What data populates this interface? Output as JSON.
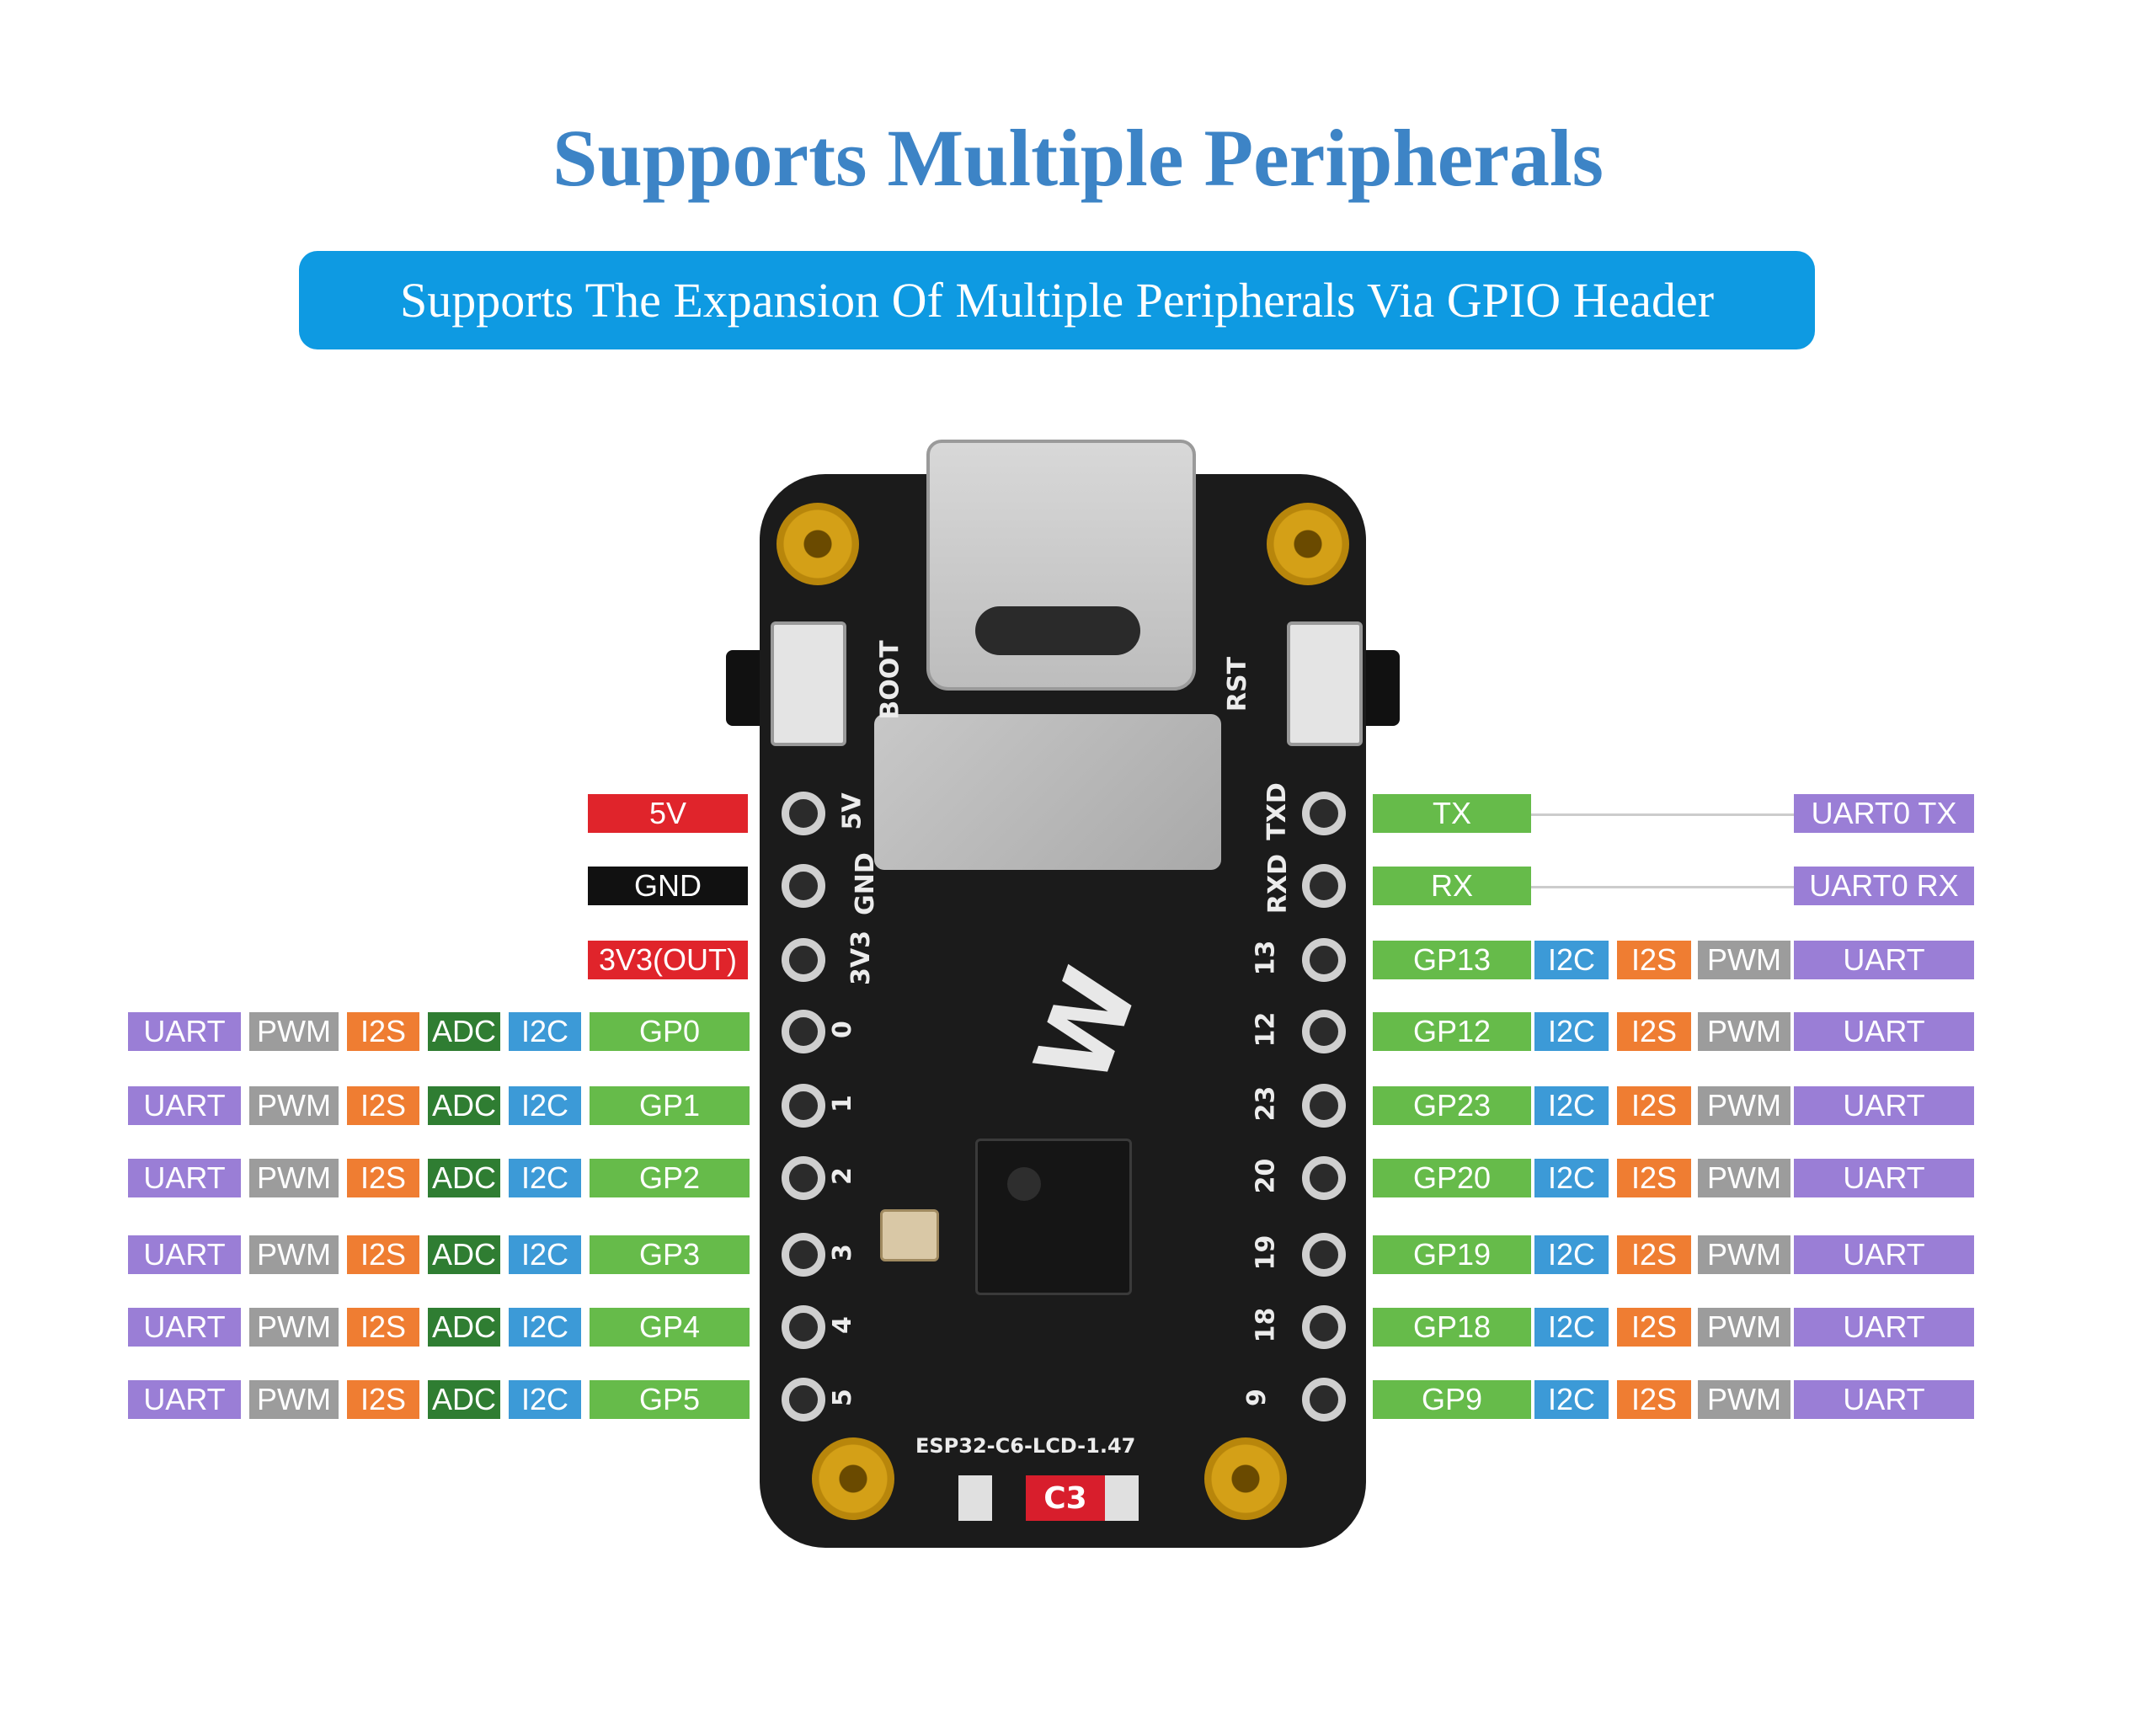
{
  "title": "Supports Multiple Peripherals",
  "subtitle": "Supports The Expansion Of Multiple Peripherals Via GPIO Header",
  "board": {
    "name": "ESP32-C6-LCD-1.47",
    "badge": "C3",
    "boot_label": "BOOT",
    "rst_label": "RST",
    "left_silk": [
      "5V",
      "GND",
      "3V3",
      "0",
      "1",
      "2",
      "3",
      "4",
      "5"
    ],
    "right_silk": [
      "TXD",
      "RXD",
      "13",
      "12",
      "23",
      "20",
      "19",
      "18",
      "9"
    ]
  },
  "colors": {
    "uart": "#9a7ed6",
    "pwm": "#9c9c9c",
    "i2s": "#ef7d32",
    "adc": "#2f7d32",
    "i2c": "#3c9ad7",
    "gp": "#66bb4a",
    "power_5v": "#e0242b",
    "gnd": "#111111"
  },
  "left_pins": [
    {
      "pin": "5V",
      "functions": []
    },
    {
      "pin": "GND",
      "functions": []
    },
    {
      "pin": "3V3(OUT)",
      "functions": []
    },
    {
      "pin": "GP0",
      "functions": [
        "UART",
        "PWM",
        "I2S",
        "ADC",
        "I2C"
      ]
    },
    {
      "pin": "GP1",
      "functions": [
        "UART",
        "PWM",
        "I2S",
        "ADC",
        "I2C"
      ]
    },
    {
      "pin": "GP2",
      "functions": [
        "UART",
        "PWM",
        "I2S",
        "ADC",
        "I2C"
      ]
    },
    {
      "pin": "GP3",
      "functions": [
        "UART",
        "PWM",
        "I2S",
        "ADC",
        "I2C"
      ]
    },
    {
      "pin": "GP4",
      "functions": [
        "UART",
        "PWM",
        "I2S",
        "ADC",
        "I2C"
      ]
    },
    {
      "pin": "GP5",
      "functions": [
        "UART",
        "PWM",
        "I2S",
        "ADC",
        "I2C"
      ]
    }
  ],
  "right_pins": [
    {
      "pin": "TX",
      "functions": [],
      "far": "UART0 TX"
    },
    {
      "pin": "RX",
      "functions": [],
      "far": "UART0 RX"
    },
    {
      "pin": "GP13",
      "functions": [
        "I2C",
        "I2S",
        "PWM"
      ],
      "far": "UART"
    },
    {
      "pin": "GP12",
      "functions": [
        "I2C",
        "I2S",
        "PWM"
      ],
      "far": "UART"
    },
    {
      "pin": "GP23",
      "functions": [
        "I2C",
        "I2S",
        "PWM"
      ],
      "far": "UART"
    },
    {
      "pin": "GP20",
      "functions": [
        "I2C",
        "I2S",
        "PWM"
      ],
      "far": "UART"
    },
    {
      "pin": "GP19",
      "functions": [
        "I2C",
        "I2S",
        "PWM"
      ],
      "far": "UART"
    },
    {
      "pin": "GP18",
      "functions": [
        "I2C",
        "I2S",
        "PWM"
      ],
      "far": "UART"
    },
    {
      "pin": "GP9",
      "functions": [
        "I2C",
        "I2S",
        "PWM"
      ],
      "far": "UART"
    }
  ]
}
